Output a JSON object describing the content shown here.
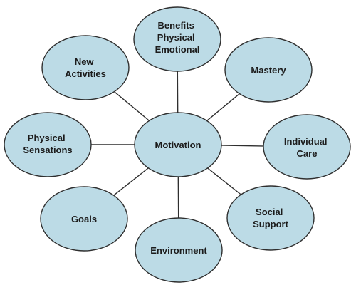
{
  "diagram": {
    "center": {
      "lines": [
        "Motivation"
      ]
    },
    "nodes": [
      {
        "id": "benefits",
        "lines": [
          "Benefits",
          "Physical",
          "Emotional"
        ]
      },
      {
        "id": "new-activities",
        "lines": [
          "New",
          "Activities"
        ]
      },
      {
        "id": "mastery",
        "lines": [
          "Mastery"
        ]
      },
      {
        "id": "physical-sensations",
        "lines": [
          "Physical",
          "Sensations"
        ]
      },
      {
        "id": "individual-care",
        "lines": [
          "Individual",
          "Care"
        ]
      },
      {
        "id": "goals",
        "lines": [
          "Goals"
        ]
      },
      {
        "id": "social-support",
        "lines": [
          "Social",
          "Support"
        ]
      },
      {
        "id": "environment",
        "lines": [
          "Environment"
        ]
      }
    ],
    "colors": {
      "fill": "#bcdbe6",
      "stroke": "#2f2f2f",
      "text": "#1c1c1c"
    }
  }
}
